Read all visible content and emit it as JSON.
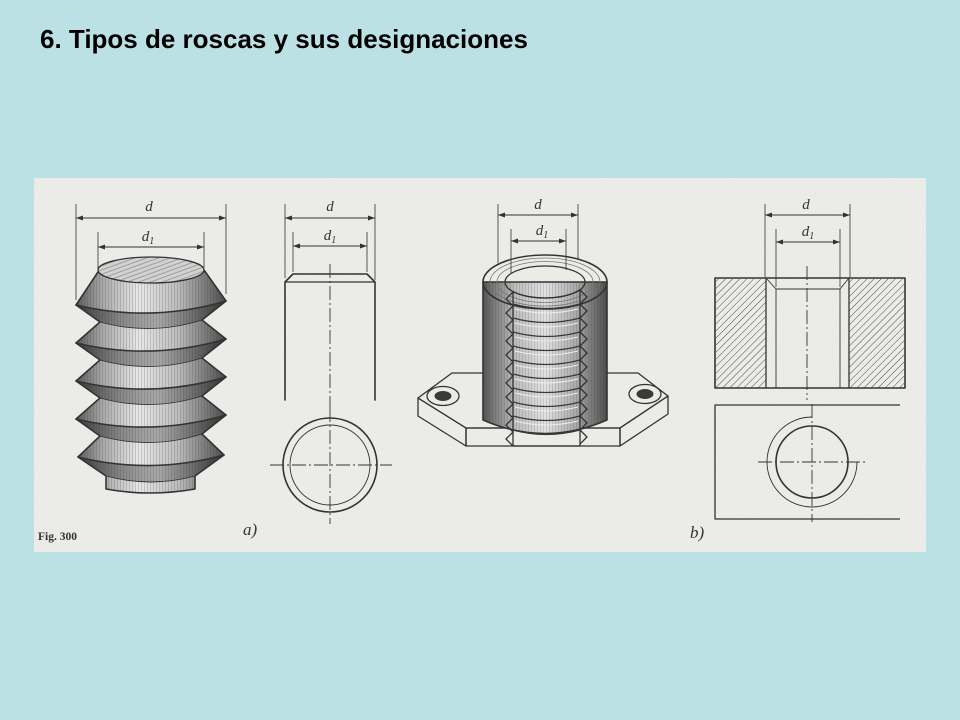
{
  "slide": {
    "title": "6. Tipos de roscas y sus designaciones"
  },
  "figure": {
    "caption": "Fig. 300",
    "part_a_label": "a)",
    "part_b_label": "b)",
    "views": [
      {
        "outer_dim": "d",
        "inner_dim": "d",
        "inner_dim_sub": "1"
      },
      {
        "outer_dim": "d",
        "inner_dim": "d",
        "inner_dim_sub": "1"
      },
      {
        "outer_dim": "d",
        "inner_dim": "d",
        "inner_dim_sub": "1"
      },
      {
        "outer_dim": "d",
        "inner_dim": "d",
        "inner_dim_sub": "1"
      }
    ]
  },
  "colors": {
    "slide_background": "#BCE1E4",
    "paper": "#EFEFEB",
    "ink": "#333333"
  }
}
